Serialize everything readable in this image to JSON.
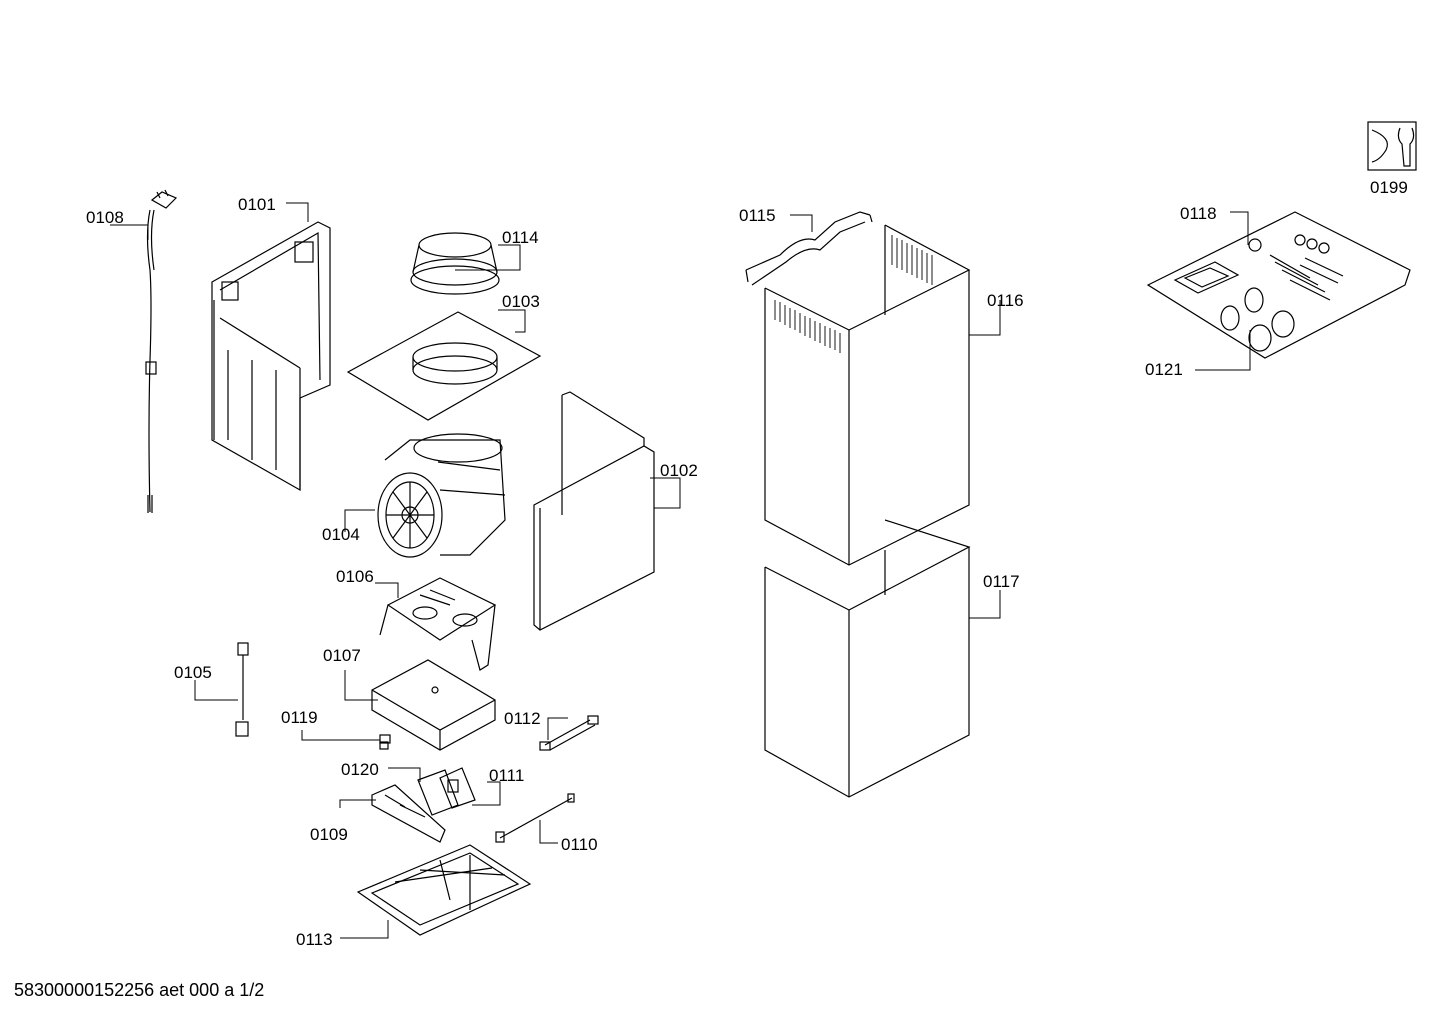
{
  "document_id": "58300000152256 aet 000 a 1/2",
  "service_icon": "wrench-service-icon",
  "parts": {
    "p0101": "0101",
    "p0102": "0102",
    "p0103": "0103",
    "p0104": "0104",
    "p0105": "0105",
    "p0106": "0106",
    "p0107": "0107",
    "p0108": "0108",
    "p0109": "0109",
    "p0110": "0110",
    "p0111": "0111",
    "p0112": "0112",
    "p0113": "0113",
    "p0114": "0114",
    "p0115": "0115",
    "p0116": "0116",
    "p0117": "0117",
    "p0118": "0118",
    "p0119": "0119",
    "p0120": "0120",
    "p0121": "0121",
    "p0199": "0199"
  }
}
